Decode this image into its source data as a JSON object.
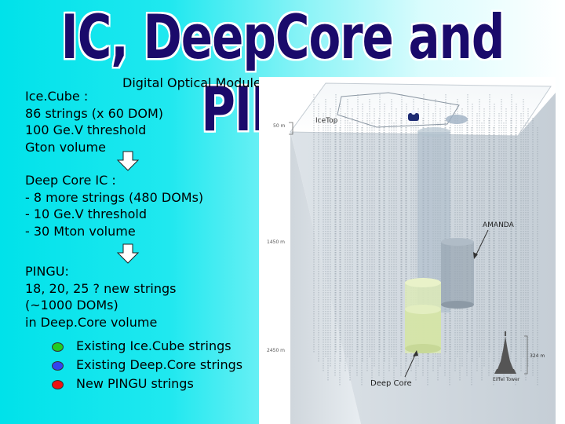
{
  "title": "IC, DeepCore and PINGU",
  "dom_label": "Digital Optical Module",
  "icecube": [
    "Ice.Cube :",
    "86 strings  (x 60 DOM)",
    "100 Ge.V threshold",
    "Gton volume"
  ],
  "deepcore": [
    "Deep Core IC :",
    "- 8 more strings  (480 DOMs)",
    "- 10 Ge.V threshold",
    "- 30 Mton volume"
  ],
  "pingu": [
    "PINGU:",
    "18, 20, 25 ? new strings",
    "(~1000 DOMs)",
    "in  Deep.Core volume"
  ],
  "legend": [
    {
      "label": "Existing Ice.Cube strings",
      "color": "#22cc22"
    },
    {
      "label": "Existing Deep.Core strings",
      "color": "#3344ee"
    },
    {
      "label": "New PINGU strings",
      "color": "#ee1111"
    }
  ],
  "diagram": {
    "icetop": "IceTop",
    "depth_50": "50 m",
    "depth_1450": "1450 m",
    "depth_2450": "2450 m",
    "amanda": "AMANDA",
    "deep_core": "Deep Core",
    "eiffel": "Eiffel Tower",
    "eiffel_height": "324 m"
  }
}
